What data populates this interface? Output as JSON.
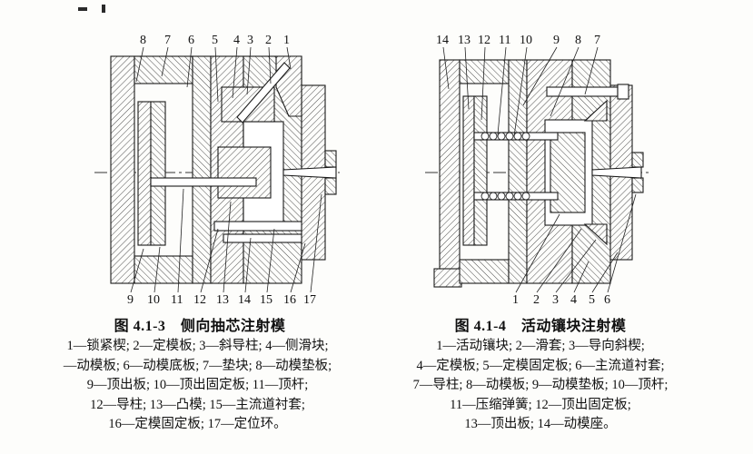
{
  "page": {
    "background": "#fdfdfb",
    "ink": "#111111"
  },
  "figures": [
    {
      "id": "fig-4-1-3",
      "caption": "图 4.1-3　侧向抽芯注射模",
      "top_labels": [
        "8",
        "7",
        "6",
        "5",
        "4",
        "3",
        "2",
        "1"
      ],
      "bottom_labels": [
        "9",
        "10",
        "11",
        "12",
        "13",
        "14",
        "15",
        "16",
        "17"
      ],
      "legend_lines": [
        "1—锁紧楔; 2—定模板; 3—斜导柱; 4—侧滑块;",
        "—动模板; 6—动模底板; 7—垫块; 8—动模垫板;",
        "9—顶出板; 10—顶出固定板; 11—顶杆;",
        "12—导柱; 13—凸模; 15—主流道衬套;",
        "16—定模固定板; 17—定位环。"
      ]
    },
    {
      "id": "fig-4-1-4",
      "caption": "图 4.1-4　活动镶块注射模",
      "top_labels": [
        "14",
        "13",
        "12",
        "11",
        "10",
        "9",
        "8",
        "7"
      ],
      "bottom_labels": [
        "1",
        "2",
        "3",
        "4",
        "5",
        "6"
      ],
      "legend_lines": [
        "1—活动镶块; 2—滑套; 3—导向斜楔;",
        "4—定模板; 5—定模固定板; 6—主流道衬套;",
        "7—导柱; 8—动模板; 9—动模垫板; 10—顶杆;",
        "11—压缩弹簧; 12—顶出固定板;",
        "13—顶出板; 14—动模座。"
      ]
    }
  ]
}
